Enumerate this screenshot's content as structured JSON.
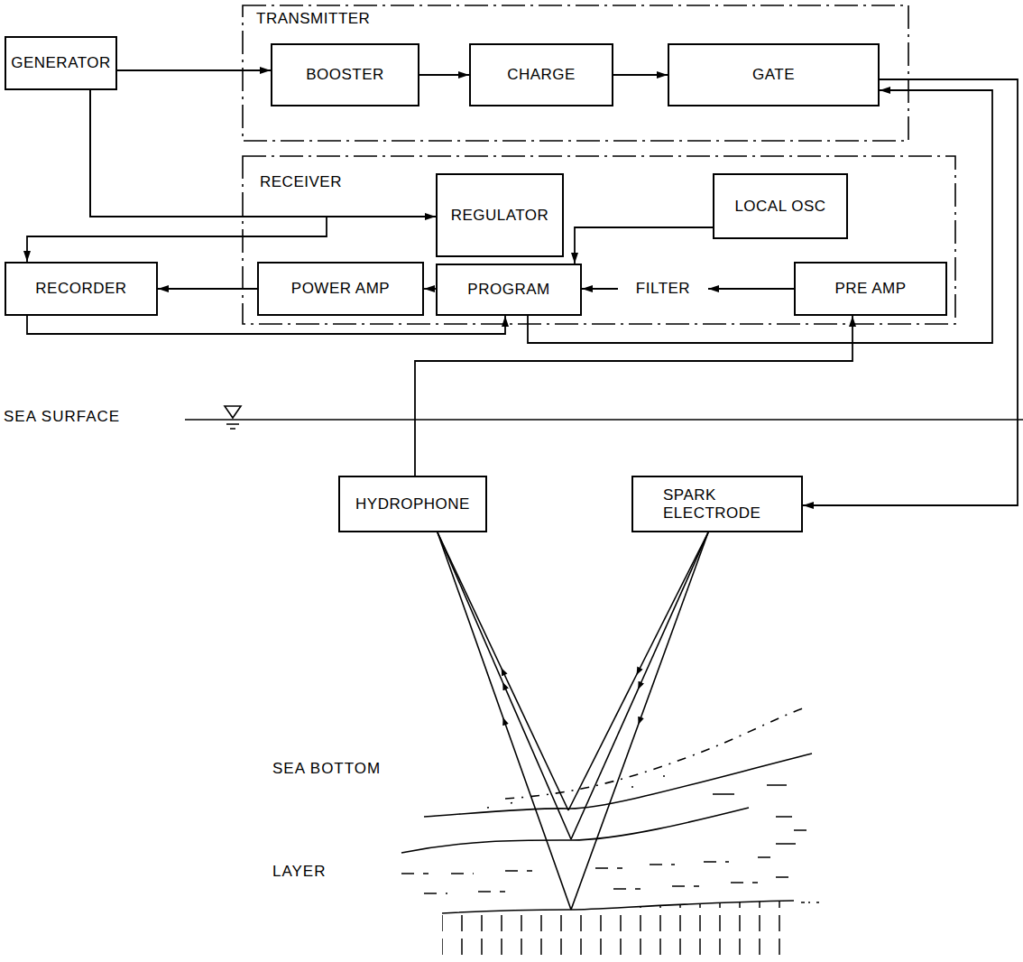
{
  "diagram": {
    "nodes": [
      {
        "text": [
          "GENERATOR"
        ]
      },
      {
        "text": [
          "TRANSMITTER"
        ]
      },
      {
        "text": [
          "BOOSTER"
        ],
        "in": 1
      },
      {
        "text": [
          "CHARGE"
        ],
        "in": 1
      },
      {
        "text": [
          "GATE"
        ],
        "in": 1
      },
      {
        "text": [
          "RECEIVER"
        ]
      },
      {
        "text": [
          "REGULATOR"
        ],
        "in": 5
      },
      {
        "text": [
          "LOCAL OSC"
        ],
        "in": 5
      },
      {
        "text": [
          "RECORDER"
        ]
      },
      {
        "text": [
          "POWER AMP"
        ],
        "in": 5
      },
      {
        "text": [
          "PROGRAM"
        ],
        "in": 5
      },
      {
        "text": [
          "FILTER"
        ],
        "in": 5
      },
      {
        "text": [
          "PRE AMP"
        ],
        "in": 5
      },
      {
        "text": [
          "HYDROPHONE"
        ]
      },
      {
        "text": [
          "SPARK ELECTRODE"
        ]
      }
    ],
    "edges": [
      {
        "from": 0,
        "to": 2,
        "arrow": "to"
      },
      {
        "from": 2,
        "to": 3,
        "arrow": "to"
      },
      {
        "from": 3,
        "to": 4,
        "arrow": "to"
      },
      {
        "from": 0,
        "to": 6,
        "arrow": "to"
      },
      {
        "from": 0,
        "to": 8,
        "arrow": "to"
      },
      {
        "from": 7,
        "to": 10,
        "arrow": "to"
      },
      {
        "from": 12,
        "to": 11,
        "arrow": "to"
      },
      {
        "from": 11,
        "to": 10,
        "arrow": "to"
      },
      {
        "from": 10,
        "to": 9,
        "arrow": "to"
      },
      {
        "from": 9,
        "to": 8,
        "arrow": "to"
      },
      {
        "from": 8,
        "to": 10,
        "arrow": "to"
      },
      {
        "from": 10,
        "to": 4,
        "arrow": "to"
      },
      {
        "from": 4,
        "to": 14,
        "arrow": "to"
      },
      {
        "from": 13,
        "to": 12,
        "arrow": "to"
      }
    ],
    "labels": [
      "SEA SURFACE",
      "SEA BOTTOM",
      "LAYER"
    ]
  }
}
